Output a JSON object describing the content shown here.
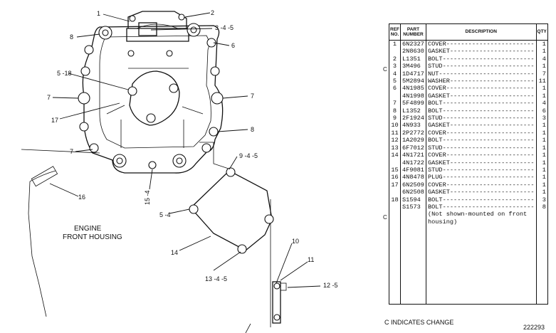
{
  "drawing": {
    "callouts": {
      "c1": "1",
      "c2": "2",
      "c3": "3 -4 -5",
      "c6": "6",
      "c8a": "8",
      "c518": "5 -18",
      "c7a": "7",
      "c17": "17",
      "c7b": "7",
      "c8b": "8",
      "c7c": "7",
      "c945": "9 -4 -5",
      "c16": "16",
      "c154": "15 -4",
      "c54": "5 -4",
      "c14": "14",
      "c1345": "13 -4 -5",
      "c10": "10",
      "c11": "11",
      "c125": "12 -5"
    },
    "engine_label_line1": "ENGINE",
    "engine_label_line2": "FRONT HOUSING"
  },
  "table": {
    "headers": {
      "ref": "REF NO.",
      "part": "PART NUMBER",
      "desc": "DESCRIPTION",
      "qty": "QTY"
    },
    "rows": [
      {
        "ref": "1",
        "part": "6N2327",
        "desc": "COVER------------------------",
        "qty": "1"
      },
      {
        "ref": "",
        "part": "2N8630",
        "desc": "GASKET-----------------------",
        "qty": "1"
      },
      {
        "ref": "2",
        "part": "L1351",
        "desc": "BOLT-------------------------",
        "qty": "4"
      },
      {
        "ref": "3",
        "part": "3M496",
        "desc": "STUD-------------------------",
        "qty": "1"
      },
      {
        "ref": "4",
        "part": "1D4717",
        "desc": "NUT--------------------------",
        "qty": "7"
      },
      {
        "ref": "5",
        "part": "5M2894",
        "desc": "WASHER-----------------------",
        "qty": "11"
      },
      {
        "ref": "6",
        "part": "4N1985",
        "desc": "COVER------------------------",
        "qty": "1"
      },
      {
        "ref": "",
        "part": "4N1998",
        "desc": "GASKET-----------------------",
        "qty": "1"
      },
      {
        "ref": "7",
        "part": "5F4899",
        "desc": "BOLT-------------------------",
        "qty": "4"
      },
      {
        "ref": "8",
        "part": "L1352",
        "desc": "BOLT-------------------------",
        "qty": "6"
      },
      {
        "ref": "9",
        "part": "2F1924",
        "desc": "STUD-------------------------",
        "qty": "3"
      },
      {
        "ref": "10",
        "part": "4N933",
        "desc": "GASKET-----------------------",
        "qty": "1"
      },
      {
        "ref": "11",
        "part": "2P2772",
        "desc": "COVER------------------------",
        "qty": "1"
      },
      {
        "ref": "12",
        "part": "1A2029",
        "desc": "BOLT-------------------------",
        "qty": "1"
      },
      {
        "ref": "13",
        "part": "6F7012",
        "desc": "STUD-------------------------",
        "qty": "1"
      },
      {
        "ref": "14",
        "part": "4N1721",
        "desc": "COVER------------------------",
        "qty": "1"
      },
      {
        "ref": "",
        "part": "4N1722",
        "desc": "GASKET-----------------------",
        "qty": "1"
      },
      {
        "ref": "15",
        "part": "4F9081",
        "desc": "STUD-------------------------",
        "qty": "1"
      },
      {
        "ref": "16",
        "part": "4N8478",
        "desc": "PLUG-------------------------",
        "qty": "1"
      },
      {
        "ref": "17",
        "part": "6N2509",
        "desc": "COVER------------------------",
        "qty": "1"
      },
      {
        "ref": "",
        "part": "6N2508",
        "desc": "GASKET-----------------------",
        "qty": "1"
      },
      {
        "ref": "18",
        "part": "S1594",
        "desc": "BOLT-------------------------",
        "qty": "3"
      },
      {
        "ref": "",
        "part": "S1573",
        "desc": "BOLT-------------------------",
        "qty": "8"
      },
      {
        "ref": "",
        "part": "",
        "desc": "(Not shown-mounted on front",
        "qty": ""
      },
      {
        "ref": "",
        "part": "",
        "desc": "housing)",
        "qty": ""
      }
    ]
  },
  "change_marks": [
    "C",
    "C"
  ],
  "change_note": "C INDICATES CHANGE",
  "drawing_number": "222293"
}
